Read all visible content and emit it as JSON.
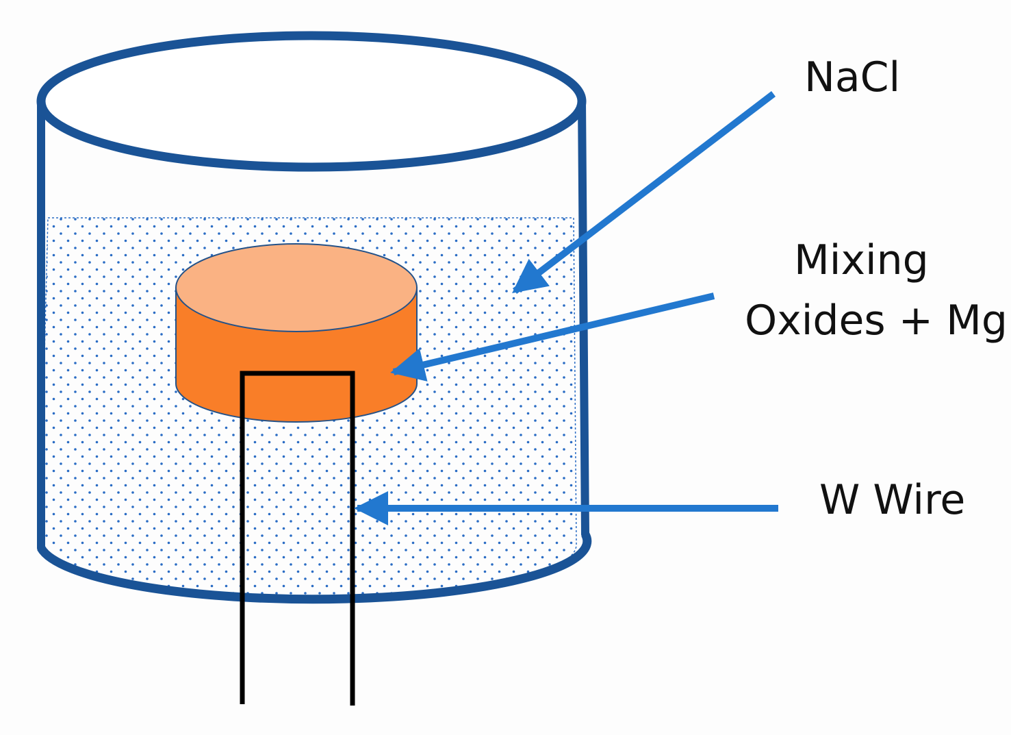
{
  "labels": {
    "nacl": "NaCl",
    "mixing_line1": "Mixing",
    "mixing_line2": "Oxides + Mg",
    "wire": "W Wire"
  },
  "colors": {
    "container_stroke": "#1a5396",
    "arrow": "#2278cf",
    "salt_dots": "#2a6cc4",
    "pellet_top": "#fab283",
    "pellet_side": "#f97e28",
    "pellet_edge": "#245288",
    "wire": "#000000",
    "background": "#fdfdfd"
  }
}
